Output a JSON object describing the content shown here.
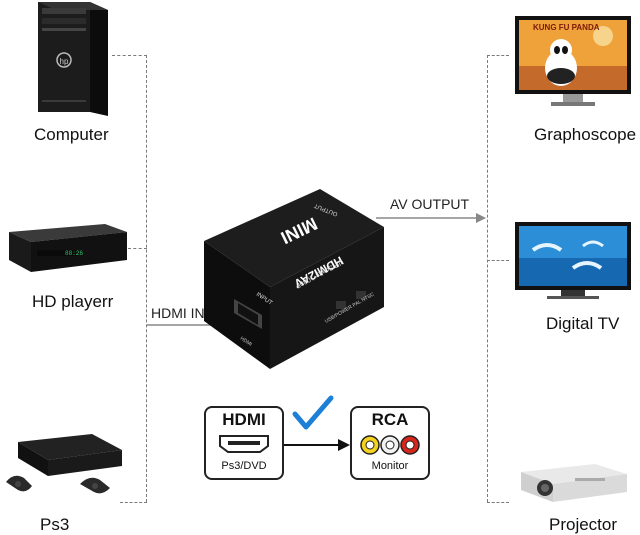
{
  "left_devices": [
    {
      "label": "Computer"
    },
    {
      "label": "HD playerr"
    },
    {
      "label": "Ps3"
    }
  ],
  "right_devices": [
    {
      "label": "Graphoscope"
    },
    {
      "label": "Digital  TV"
    },
    {
      "label": "Projector"
    }
  ],
  "arrows": {
    "input_label": "HDMI INPUT",
    "output_label": "AV OUTPUT"
  },
  "converter": {
    "brand": "MINI",
    "model": "HDMI2AV",
    "subtitle": "UP Scaler 1080P",
    "input_port": "INPUT",
    "output_port": "OUTPUT",
    "side_text": "USB/POWER  PAL  NTSC",
    "hdmi_port": "HDMI"
  },
  "legend": {
    "hdmi_title": "HDMI",
    "hdmi_sub": "Ps3/DVD",
    "rca_title": "RCA",
    "rca_sub": "Monitor",
    "check_color": "#1e7fd6"
  },
  "tv_screen": {
    "graphoscope_title": "KUNG FU PANDA"
  }
}
